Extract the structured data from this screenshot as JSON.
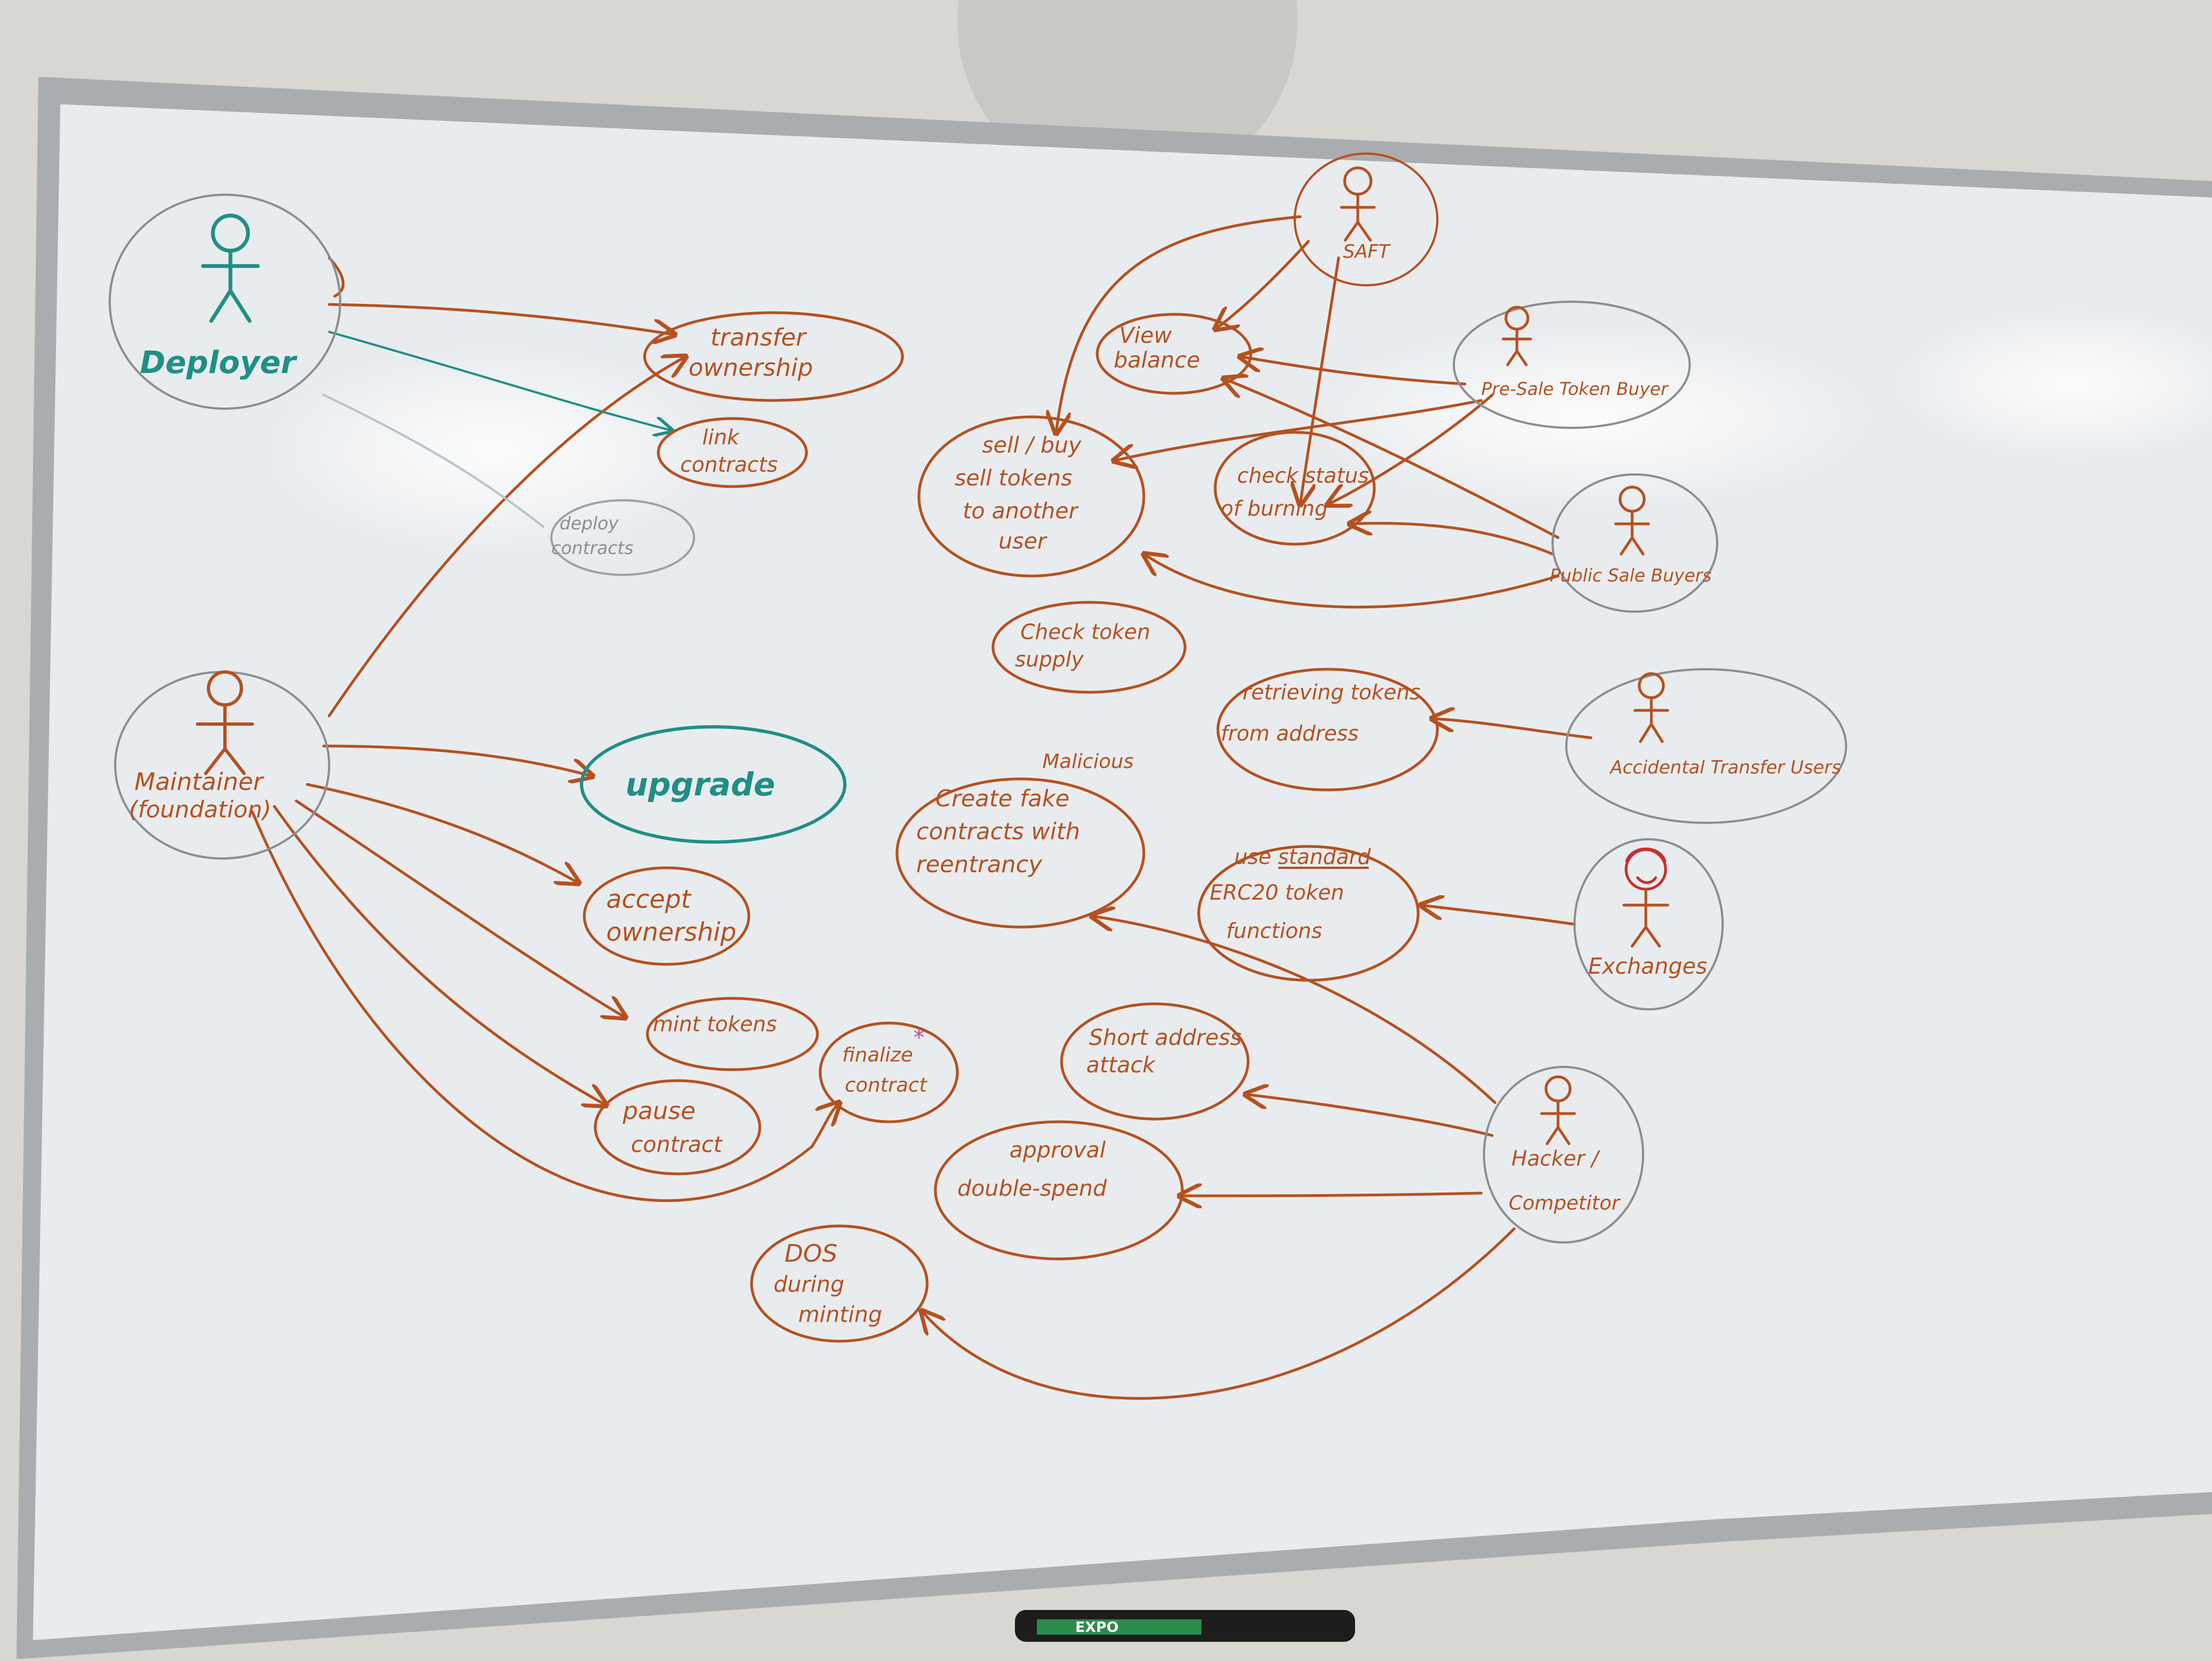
{
  "colors": {
    "wall": "#d9d7d2",
    "board": "#e9ecef",
    "frame": "#a9adb0",
    "ink_orange": "#b5511f",
    "ink_teal": "#1f8f86",
    "ink_red": "#c8302f",
    "ink_pink": "#c04a9a"
  },
  "actors": {
    "deployer": "Deployer",
    "saft": "SAFT",
    "presale": "Pre-Sale Token Buyer",
    "publicsale": "Public Sale Buyers",
    "maintainer_1": "Maintainer",
    "maintainer_2": "(foundation)",
    "accidental": "Accidental Transfer Users",
    "exchanges": "Exchanges",
    "hacker_1": "Hacker /",
    "hacker_2": "Competitor"
  },
  "usecases": {
    "transfer_ownership": [
      "transfer",
      "ownership"
    ],
    "link_contracts": [
      "link",
      "contracts"
    ],
    "deploy_contracts": [
      "deploy",
      "contracts"
    ],
    "view_balance": [
      "View",
      "balance"
    ],
    "sell_buy": [
      "sell / buy",
      "sell tokens",
      "to another",
      "user"
    ],
    "check_burning": [
      "check status",
      "of burning"
    ],
    "check_supply": [
      "Check token",
      "supply"
    ],
    "retrieving": [
      "retrieving tokens",
      "from address"
    ],
    "upgrade": [
      "upgrade"
    ],
    "malicious_label": "Malicious",
    "create_fake": [
      "Create fake",
      "contracts with",
      "reentrancy"
    ],
    "use_standard": [
      "use standard",
      "ERC20 token",
      "functions"
    ],
    "accept_ownership": [
      "accept",
      "ownership"
    ],
    "mint_tokens": [
      "mint tokens"
    ],
    "finalize": [
      "finalize",
      "contract"
    ],
    "finalize_mark": "*",
    "pause": [
      "pause",
      "contract"
    ],
    "short_address": [
      "Short address",
      "attack"
    ],
    "approval": [
      "approval",
      "double-spend"
    ],
    "dos": [
      "DOS",
      "during",
      "minting"
    ]
  },
  "marker": {
    "brand": "EXPO"
  }
}
